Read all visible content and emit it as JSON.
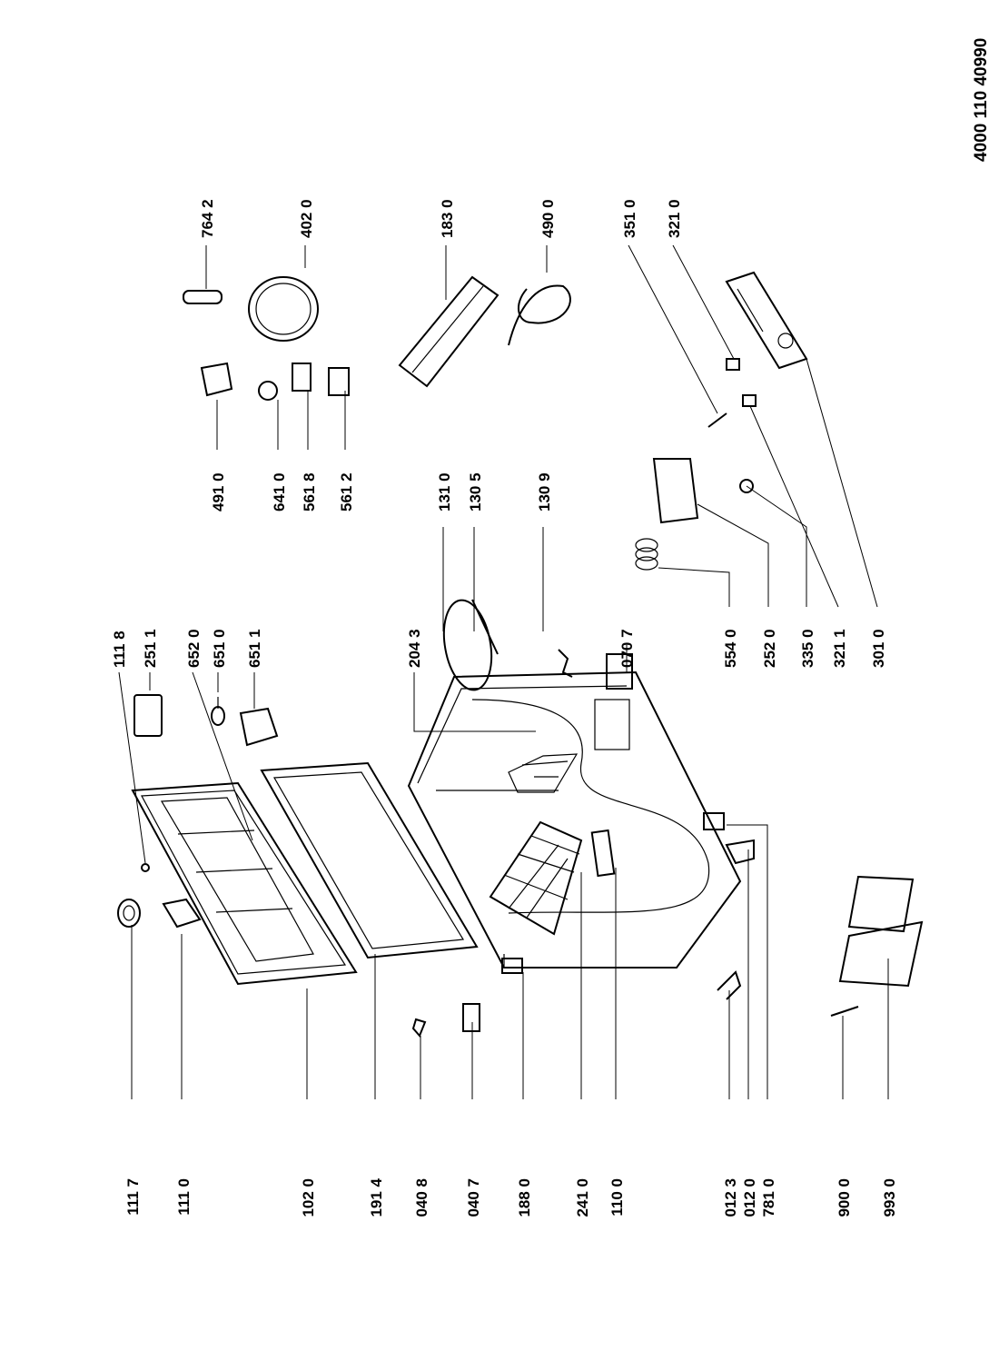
{
  "drawing_code": "4000 110 40990",
  "labels": {
    "l1117": "111 7",
    "l1110": "111 0",
    "l1020": "102 0",
    "l1914": "191 4",
    "l0408": "040 8",
    "l0407": "040 7",
    "l1880": "188 0",
    "l2410": "241 0",
    "l1100": "110 0",
    "l0123": "012 3",
    "l0120": "012 0",
    "l7810": "781 0",
    "l9000": "900 0",
    "l9930": "993 0",
    "l1118": "111 8",
    "l2511": "251 1",
    "l6520": "652 0",
    "l6510": "651 0",
    "l6511": "651 1",
    "l2043": "204 3",
    "l1310": "131 0",
    "l1305": "130 5",
    "l1309": "130 9",
    "l0707": "070 7",
    "l4910": "491 0",
    "l6410": "641 0",
    "l5618": "561 8",
    "l5612": "561 2",
    "l5540": "554 0",
    "l2520": "252 0",
    "l3350": "335 0",
    "l3211": "321 1",
    "l3010": "301 0",
    "l7642": "764 2",
    "l4020": "402 0",
    "l1830": "183 0",
    "l4900": "490 0",
    "l3510": "351 0",
    "l3210": "321 0"
  }
}
